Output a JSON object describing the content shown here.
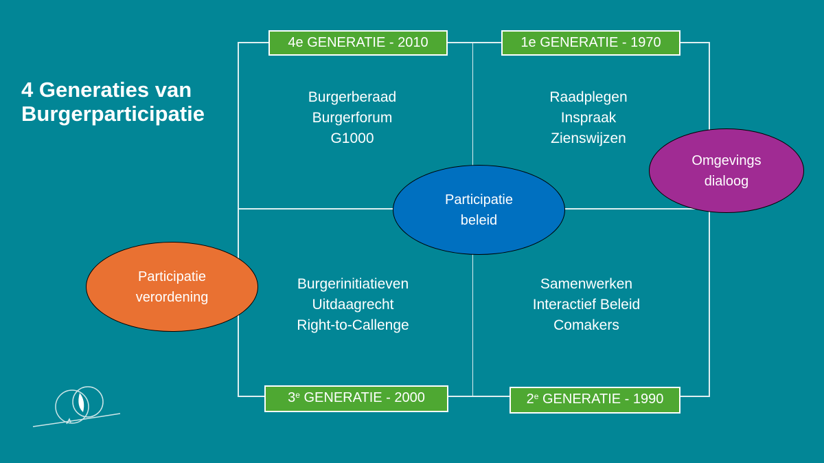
{
  "title": [
    "4 Generaties van",
    "Burgerparticipatie"
  ],
  "generations": {
    "g4": {
      "num": "4",
      "sup": "e",
      "label": " GENERATIE - 2010"
    },
    "g1": {
      "num": "1",
      "sup": "e",
      "label": " GENERATIE - 1970"
    },
    "g3": {
      "num": "3",
      "sup": "e",
      "label": " GENERATIE - 2000"
    },
    "g2": {
      "num": "2",
      "sup": "e",
      "label": " GENERATIE - 1990"
    }
  },
  "quadrants": {
    "top_left": [
      "Burgerberaad",
      "Burgerforum",
      "G1000"
    ],
    "top_right": [
      "Raadplegen",
      "Inspraak",
      "Zienswijzen"
    ],
    "bottom_left": [
      "Burgerinitiatieven",
      "Uitdaagrecht",
      "Right-to-Callenge"
    ],
    "bottom_right": [
      "Samenwerken",
      "Interactief Beleid",
      "Comakers"
    ]
  },
  "ellipses": {
    "center": [
      "Participatie",
      "beleid"
    ],
    "left": [
      "Participatie",
      "verordening"
    ],
    "right": [
      "Omgevings",
      "dialoog"
    ]
  },
  "colors": {
    "background": "#028696",
    "green": "#4ea832",
    "orange": "#e97132",
    "blue": "#0070c0",
    "purple": "#a02b93"
  }
}
